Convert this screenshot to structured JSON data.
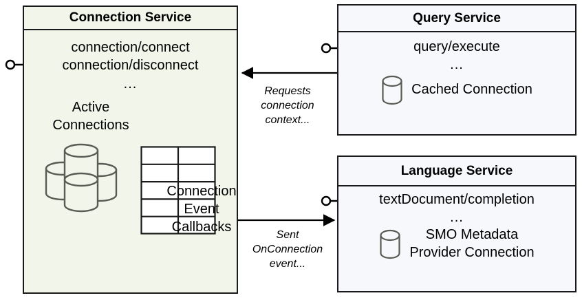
{
  "diagram": {
    "title": "Connection Service architecture",
    "colors": {
      "connection_service_fill": "#f2f5e9",
      "service_fill": "#f7f8fb",
      "border": "#1a1a1a",
      "icon_stroke": "#595b54",
      "text": "#000000"
    },
    "components": [
      {
        "id": "connection-service",
        "title": "Connection Service",
        "operations": [
          "connection/connect",
          "connection/disconnect"
        ],
        "ellipsis": "...",
        "inner": {
          "active_connections_label": "Active\nConnections",
          "active_connections_line1": "Active",
          "active_connections_line2": "Connections",
          "callbacks_line1": "Connection",
          "callbacks_line2": "Event",
          "callbacks_line3": "Callbacks"
        },
        "icons": {
          "cylinder_cluster": "database-cluster-icon",
          "grid": "table-grid-icon"
        }
      },
      {
        "id": "query-service",
        "title": "Query Service",
        "operations": [
          "query/execute"
        ],
        "ellipsis": "...",
        "store": {
          "icon": "database-cylinder-icon",
          "caption_line1": "Cached Connection"
        }
      },
      {
        "id": "language-service",
        "title": "Language Service",
        "operations": [
          "textDocument/completion"
        ],
        "ellipsis": "...",
        "store": {
          "icon": "database-cylinder-icon",
          "caption_line1": "SMO Metadata",
          "caption_line2": "Provider Connection"
        }
      }
    ],
    "connectors": [
      {
        "id": "requests-connection-context",
        "from": "query-service",
        "to": "connection-service",
        "direction": "left",
        "label_line1": "Requests",
        "label_line2": "connection",
        "label_line3": "context..."
      },
      {
        "id": "sent-onconnection-event",
        "from": "connection-service",
        "to": "language-service",
        "direction": "right",
        "label_line1": "Sent",
        "label_line2": "OnConnection",
        "label_line3": "event..."
      }
    ],
    "lollipops": [
      {
        "id": "connection-service-interface",
        "for": "connection-service"
      },
      {
        "id": "query-service-interface",
        "for": "query-service"
      },
      {
        "id": "language-service-interface",
        "for": "language-service"
      }
    ]
  }
}
